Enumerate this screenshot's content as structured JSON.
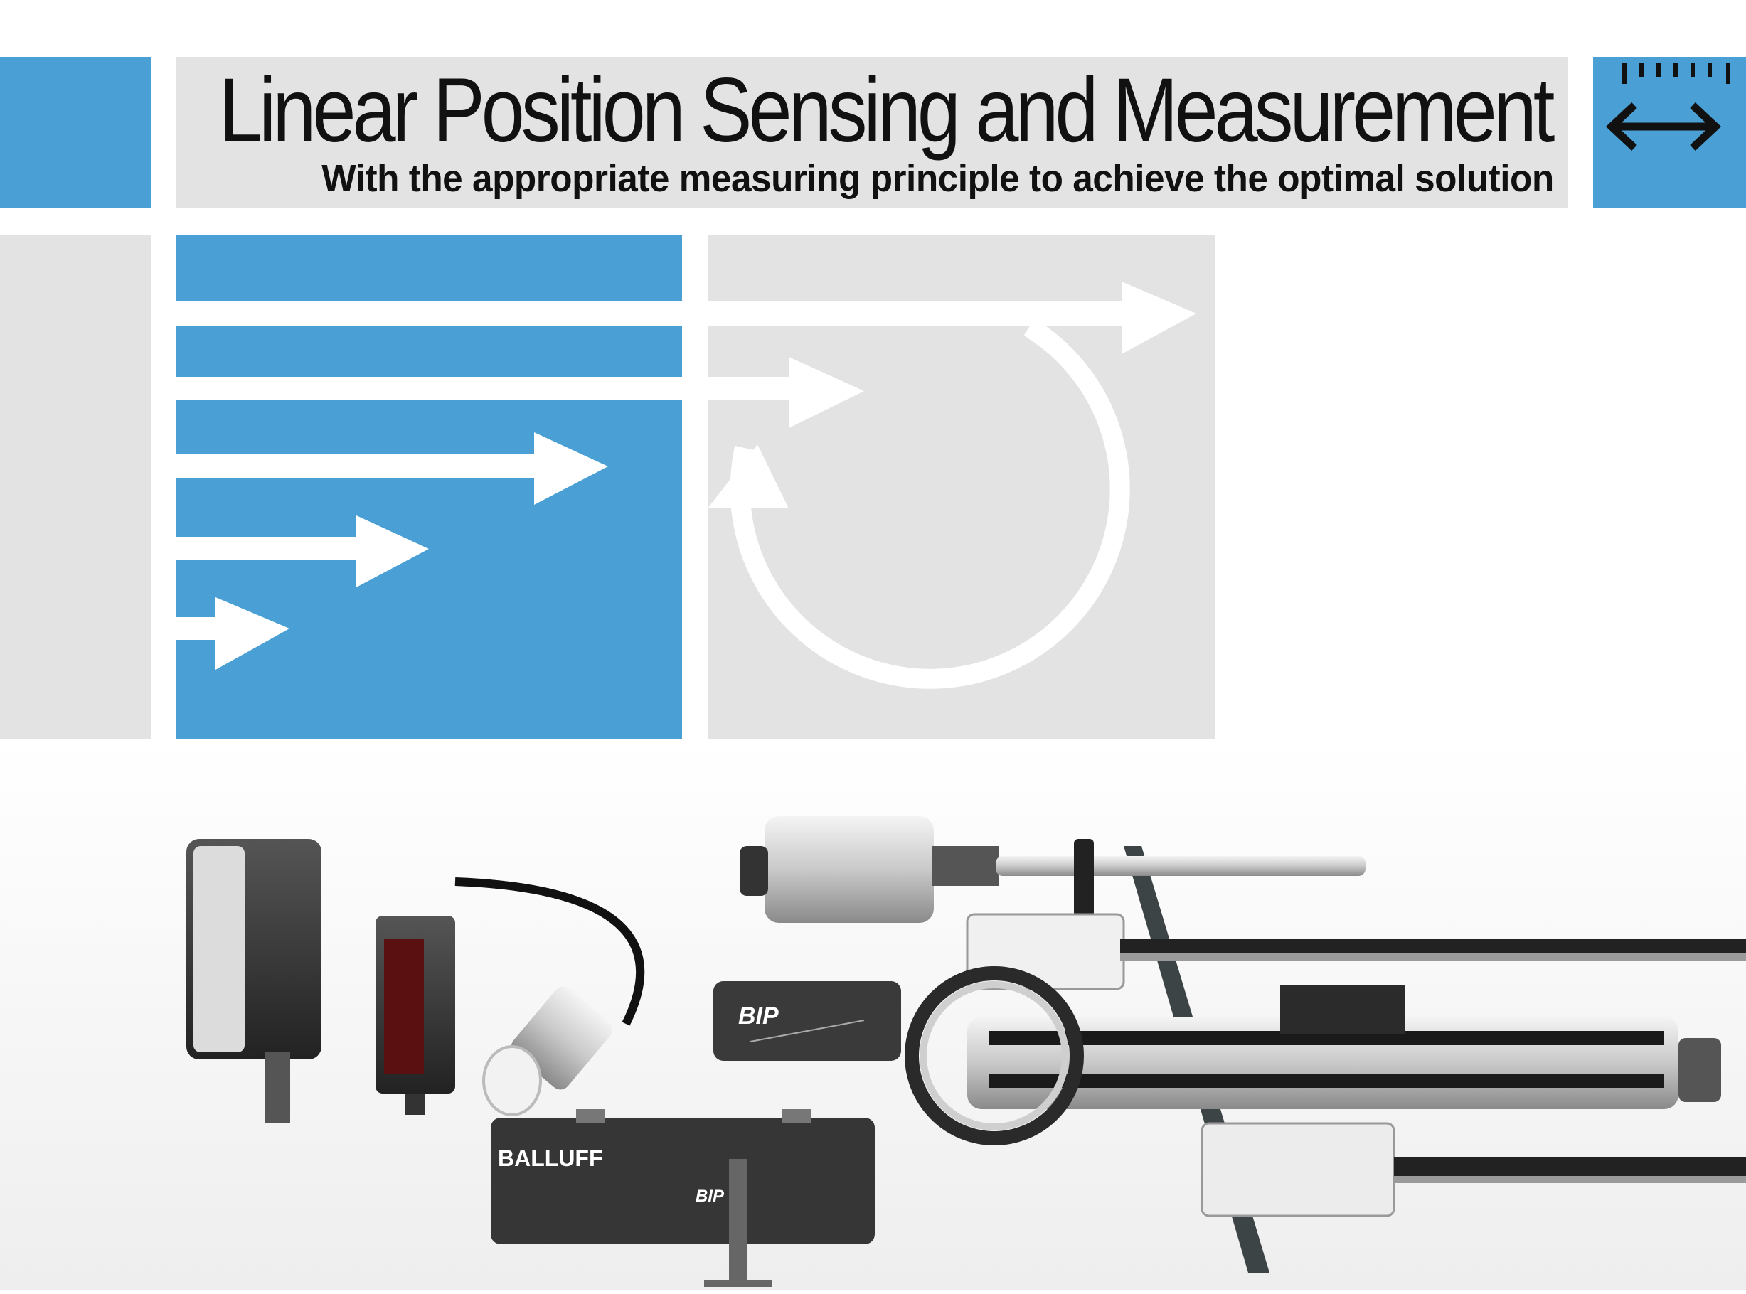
{
  "header": {
    "title": "Linear Position Sensing and Measurement",
    "subtitle": "With the appropriate measuring principle to achieve the optimal solution"
  },
  "product_photo": {
    "labels": {
      "bip_label_top": "BIP",
      "brand_label": "BALLUFF",
      "bip_label_bottom": "BIP"
    }
  },
  "colors": {
    "accent_blue": "#4aa0d4",
    "panel_grey": "#e3e3e3",
    "text_dark": "#111111"
  },
  "icons": [
    "measure-arrow-icon"
  ]
}
